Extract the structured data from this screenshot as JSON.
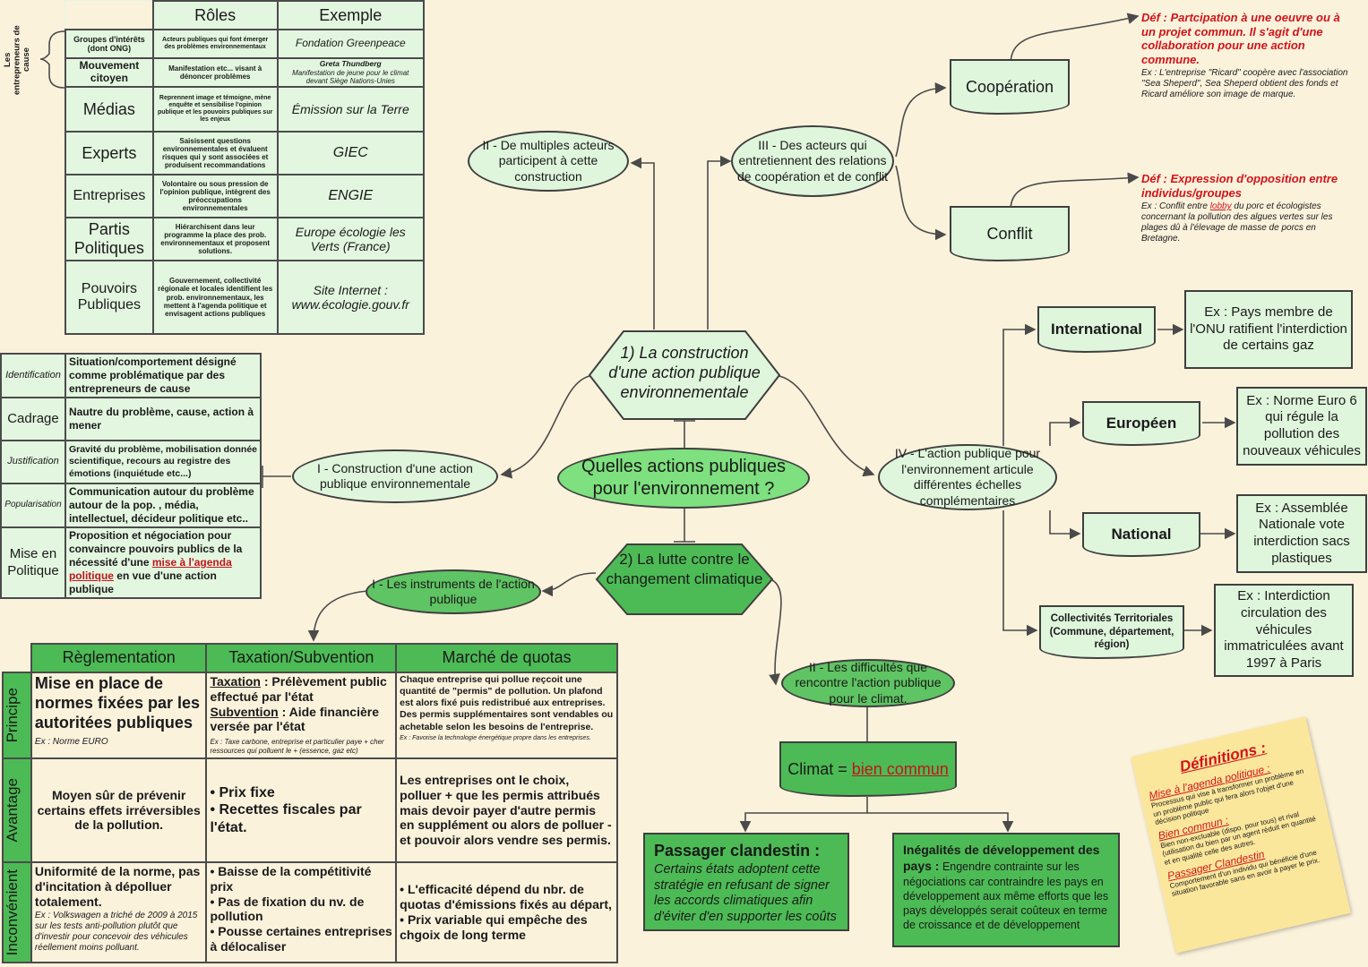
{
  "center": {
    "title": "Quelles actions publiques pour l'environnement ?"
  },
  "hex1": "1) La construction d'une action publique environnementale",
  "hex2": "2) La lutte contre le changement climatique",
  "side_label": "Les entrepreneurs de cause",
  "roles_table": {
    "headers": [
      "Rôles",
      "Exemple"
    ],
    "rows": [
      {
        "name": "Groupes d'intérêts (dont ONG)",
        "role": "Acteurs publiques qui font émerger des problèmes environnementaux",
        "example": "Fondation Greenpeace"
      },
      {
        "name": "Mouvement citoyen",
        "role": "Manifestation etc... visant à dénoncer problèmes",
        "example": "Greta Thundberg",
        "example_sub": "Manifestation de jeune pour le climat devant Siège Nations-Unies"
      },
      {
        "name": "Médias",
        "role": "Reprennent image et témoigne, mène enquête et sensibilise l'opinion publique et les pouvoirs publiques sur les enjeux",
        "example": "Émission sur la Terre"
      },
      {
        "name": "Experts",
        "role": "Saisissent questions environnementales et évaluent risques qui y sont associées et produisent recommandations",
        "example": "GIEC"
      },
      {
        "name": "Entreprises",
        "role": "Volontaire ou sous pression de l'opinion publique, intègrent des préoccupations environnementales",
        "example": "ENGIE"
      },
      {
        "name": "Partis Politiques",
        "role": "Hiérarchisent dans leur programme la place des prob. environnementaux et proposent solutions.",
        "example": "Europe écologie les Verts (France)"
      },
      {
        "name": "Pouvoirs Publiques",
        "role": "Gouvernement, collectivité régionale et locales identifient les prob. environnementaux, les mettent à l'agenda politique et envisagent actions publiques",
        "example": "Site Internet : www.écologie.gouv.fr"
      }
    ]
  },
  "branch_II": "II - De multiples acteurs participent à cette construction",
  "branch_III": "III - Des acteurs qui entretiennent des relations de coopération et de conflit",
  "branch_I": "I - Construction d'une action publique environnementale",
  "branch_IV": "IV - L'action publique pour l'environnement articule différentes échelles complémentaires",
  "cooperation": {
    "label": "Coopération",
    "def": "Déf : Partcipation à une oeuvre ou à un projet commun. Il s'agit d'une collaboration pour une action commune.",
    "ex": "Ex : L'entreprise \"Ricard\" coopère avec l'association \"Sea Sheperd\", Sea Sheperd obtient des fonds et Ricard améliore son image de marque."
  },
  "conflit": {
    "label": "Conflit",
    "def": "Déf : Expression d'opposition entre individus/groupes",
    "ex_pre": "Ex : Conflit entre ",
    "ex_link": "lobby",
    "ex_post": " du porc et écologistes concernant la pollution des algues vertes sur les plages dû  à l'élevage de masse de porcs en Bretagne."
  },
  "scales": [
    {
      "label": "International",
      "ex": "Ex : Pays membre de l'ONU ratifient l'interdiction de certains gaz"
    },
    {
      "label": "Européen",
      "ex": "Ex : Norme Euro 6 qui régule la pollution des nouveaux véhicules"
    },
    {
      "label": "National",
      "ex": "Ex : Assemblée Nationale vote interdiction sacs plastiques"
    },
    {
      "label": "Collectivités Territoriales (Commune, département, région)",
      "ex": "Ex : Interdiction circulation des véhicules immatriculées avant 1997 à Paris"
    }
  ],
  "identification_table": [
    {
      "label": "Identification",
      "text": "Situation/comportement désigné comme problématique par des entrepreneurs de cause"
    },
    {
      "label": "Cadrage",
      "text": "Nautre du problème, cause, action à mener"
    },
    {
      "label": "Justification",
      "text": "Gravité du problème, mobilisation donnée scientifique, recours au registre des émotions (inquiétude etc...)"
    },
    {
      "label": "Popularisation",
      "text": "Communication autour du problème autour de la pop. , média, intellectuel, décideur politique etc.."
    },
    {
      "label": "Mise en Politique",
      "text_pre": "Proposition et négociation pour convaincre pouvoirs publics de la nécessité d'une ",
      "text_link": "mise à l'agenda politique",
      "text_post": " en vue d'une action publique"
    }
  ],
  "instruments": "I - Les instruments de l'action publique",
  "difficultes": "II - Les difficultés que rencontre l'action publique pour le climat.",
  "climat": {
    "pre": "Climat = ",
    "link": "bien commun"
  },
  "passager": {
    "title": "Passager clandestin :",
    "text": "Certains états adoptent cette stratégie en refusant de signer les accords climatiques afin d'éviter d'en supporter les coûts"
  },
  "inegalites": {
    "title": "Inégalités de développement des pays :",
    "text": " Engendre contrainte sur les négociations car contraindre les pays en développement aux même efforts que les pays développés serait coûteux en terme de croissance et de développement"
  },
  "bottom_table": {
    "headers": [
      "Règlementation",
      "Taxation/Subvention",
      "Marché de quotas"
    ],
    "sides": [
      "Principe",
      "Avantage",
      "Inconvénient"
    ],
    "principe": {
      "reg": "Mise en place de normes fixées par les autoritées publiques",
      "reg_ex": "Ex : Norme EURO",
      "tax_t1": "Taxation",
      "tax_1": " : Prélèvement public effectué par l'état",
      "tax_t2": "Subvention",
      "tax_2": " : Aide financière versée par l'état",
      "tax_ex": "Ex : Taxe carbone, entreprise et particulier paye + cher ressources qui polluent le + (essence, gaz etc)",
      "quo": "Chaque entreprise qui pollue reçcoit une quantité de \"permis\" de pollution. Un plafond est alors fixé puis redistribué aux entreprises. Des permis supplémentaires sont vendables ou achetable selon les besoins de l'entreprise.",
      "quo_ex": "Ex : Favorise la technologie énergétique propre dans les entreprises."
    },
    "avantage": {
      "reg": "Moyen sûr de prévenir certains effets irréversibles de la pollution.",
      "tax": [
        "Prix fixe",
        "Recettes fiscales par l'état."
      ],
      "quo": "Les entreprises ont le choix, polluer + que les permis attribués mais devoir payer d'autre permis en supplément ou alors de polluer - et pouvoir alors vendre ses permis."
    },
    "inconvenient": {
      "reg": "Uniformité de la norme, pas d'incitation à dépolluer totalement.",
      "reg_ex": "Ex : Volkswagen a triché de 2009 à 2015 sur les tests anti-pollution plutôt que d'investir pour concevoir des véhicules réellement moins polluant.",
      "tax": [
        "Baisse de la compétitivité prix",
        "Pas de fixation du nv. de pollution",
        "Pousse certaines entreprises à délocaliser"
      ],
      "quo": [
        "L'efficacité dépend du nbr. de quotas d'émissions fixés au départ,",
        "Prix variable qui empêche des chgoix de long terme"
      ]
    }
  },
  "definitions": {
    "title": "Définitions :",
    "items": [
      {
        "term": "Mise à l'agenda politique :",
        "text": "Processus qui vise à transformer un problème en un problème public qui fera alors l'objet d'une décision politique"
      },
      {
        "term": "Bien commun :",
        "text": "Bien non-excluable (dispo. pour tous) et rival (utilisation du bien par un agent réduit en quantité et en qualité celle des autres."
      },
      {
        "term": "Passager Clandestin",
        "text": "Comportement d'un individu qui bénéficie d'une situation favorable sans en avoir à payer le prix."
      }
    ]
  },
  "colors": {
    "light": "#dff6dc",
    "dark": "#4cbb55",
    "bg": "#fbf2dc",
    "red": "#d1141a"
  }
}
